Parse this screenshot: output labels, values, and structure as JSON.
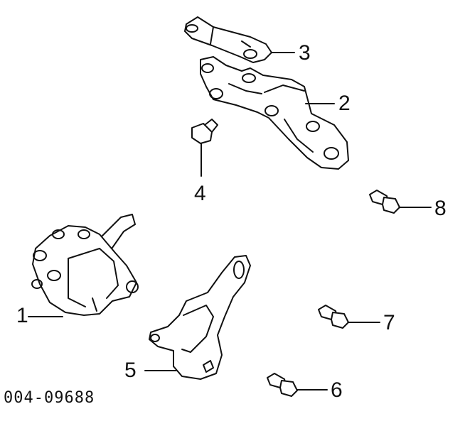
{
  "diagram": {
    "callouts": {
      "c1": "1",
      "c2": "2",
      "c3": "3",
      "c4": "4",
      "c5": "5",
      "c6": "6",
      "c7": "7",
      "c8": "8"
    },
    "figure_code": "004-09688"
  }
}
